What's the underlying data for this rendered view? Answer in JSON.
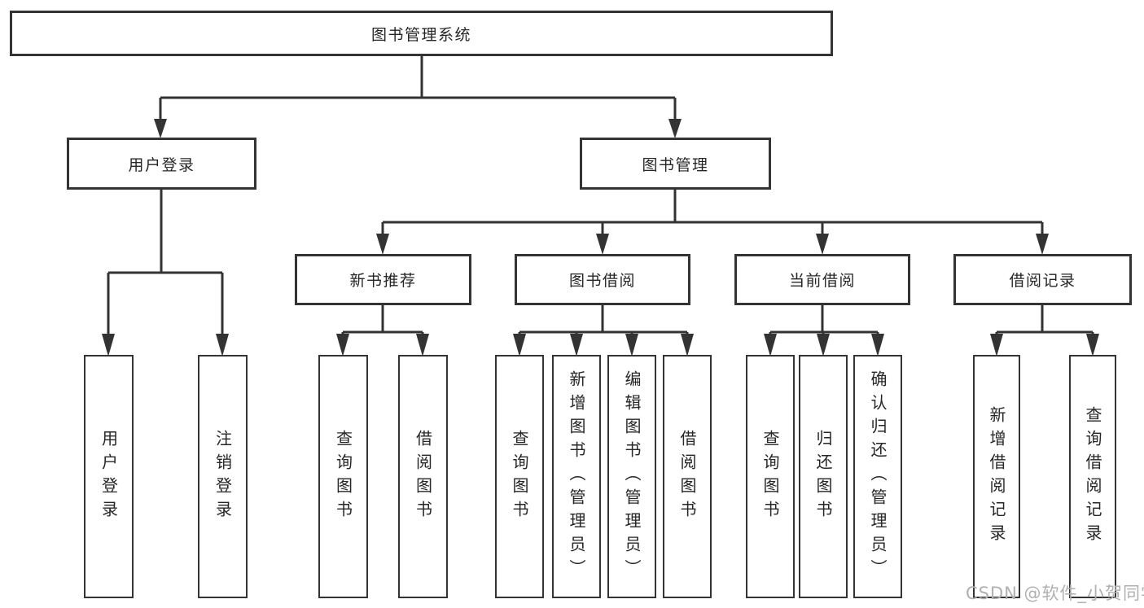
{
  "nodes": {
    "root": "图书管理系统",
    "user_login": "用户登录",
    "book_management": "图书管理",
    "new_book_recommend": "新书推荐",
    "book_borrowing": "图书借阅",
    "current_borrowing": "当前借阅",
    "borrowing_records": "借阅记录",
    "user_login_leaf": "用户登录",
    "logout_leaf": "注销登录",
    "recommend_query_books": "查询图书",
    "recommend_borrow_books": "借阅图书",
    "borrowing_query_books": "查询图书",
    "borrowing_add_books": "新增图书（管理员）",
    "borrowing_edit_books": "编辑图书（管理员）",
    "borrowing_borrow_books": "借阅图书",
    "current_query_books": "查询图书",
    "current_return_books": "归还图书",
    "current_confirm_return": "确认归还（管理员）",
    "records_add_record": "新增借阅记录",
    "records_query_record": "查询借阅记录"
  },
  "watermark": {
    "text": "CSDN @软件_小贺同学"
  },
  "colors": {
    "line": "#333333",
    "box_border": "#343434",
    "text": "#262626",
    "background": "#ffffff",
    "watermark": "#b0b0b0"
  }
}
